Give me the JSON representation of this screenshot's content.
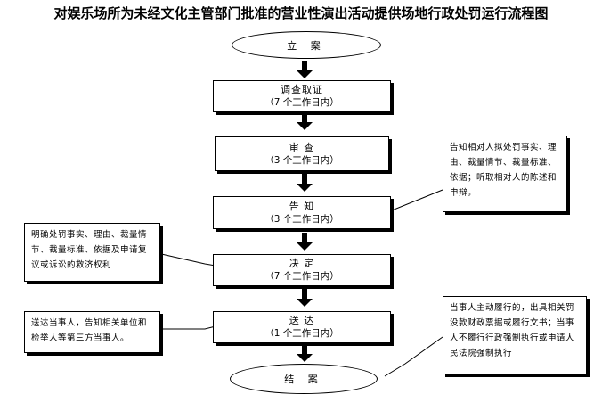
{
  "title": "对娱乐场所为未经文化主管部门批准的营业性演出活动提供场地行政处罚运行流程图",
  "start": {
    "label": "立 案"
  },
  "steps": [
    {
      "label": "调查取证",
      "duration": "（7 个工作日内）"
    },
    {
      "label": "审  查",
      "duration": "（3 个工作日内）"
    },
    {
      "label": "告  知",
      "duration": "（3 个工作日内）"
    },
    {
      "label": "决  定",
      "duration": "（7 个工作日内）"
    },
    {
      "label": "送  达",
      "duration": "（1 个工作日内）"
    }
  ],
  "end": {
    "label": "结 案"
  },
  "notes": {
    "inform": "告知相对人拟处罚事实、理由、裁量情节、裁量标准、依据；听取相对人的陈述和申辩。",
    "decide": "明确处罚事实、理由、裁量情节、裁量标准、依据及申请复议或诉讼的救济权利",
    "deliver": "送达当事人，告知相关单位和检举人等第三方当事人。",
    "execute": "当事人主动履行的，出具相关罚没款财政票据或履行文书；当事人不履行行政强制执行或申请人民法院强制执行"
  }
}
